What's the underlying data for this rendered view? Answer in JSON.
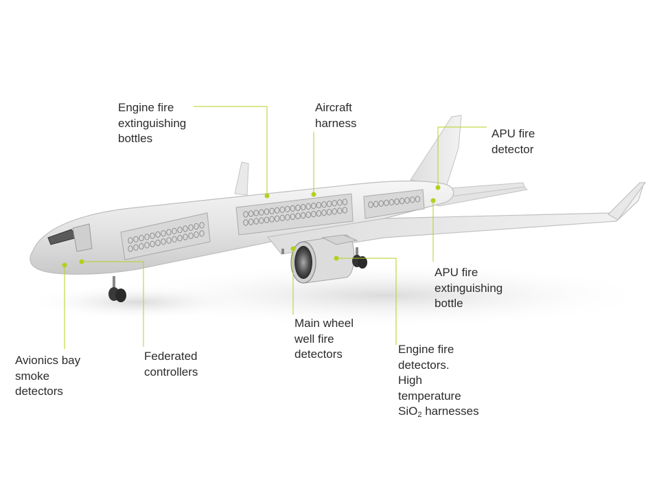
{
  "accent_color": "#b5cf1c",
  "callouts": {
    "engine_bottles": [
      "Engine fire",
      "extinguishing",
      "bottles"
    ],
    "aircraft_harness": [
      "Aircraft",
      "harness"
    ],
    "apu_detector": [
      "APU fire",
      "detector"
    ],
    "apu_bottle": [
      "APU fire",
      "extinguishing",
      "bottle"
    ],
    "main_wheel": [
      "Main wheel",
      "well fire",
      "detectors"
    ],
    "engine_detectors": [
      "Engine fire",
      "detectors.",
      "High",
      "temperature"
    ],
    "sio2": {
      "prefix": "SiO",
      "subscript": "2",
      "suffix": " harnesses"
    },
    "avionics": [
      "Avionics bay",
      "smoke",
      "detectors"
    ],
    "federated": [
      "Federated",
      "controllers"
    ]
  }
}
